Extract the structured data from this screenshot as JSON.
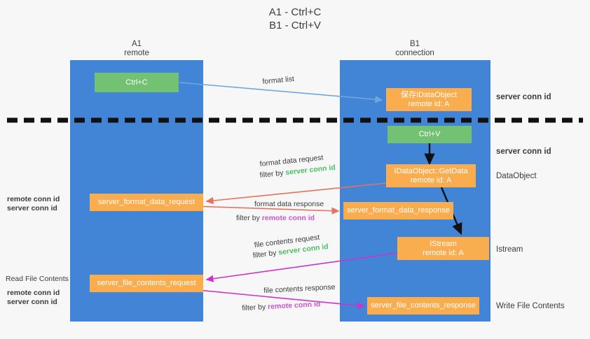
{
  "title": {
    "line1": "A1 - Ctrl+C",
    "line2": "B1 - Ctrl+V"
  },
  "lanes": [
    {
      "name": "A1",
      "sub": "remote"
    },
    {
      "name": "B1",
      "sub": "connection"
    }
  ],
  "boxes": {
    "ctrl_c": "Ctrl+C",
    "ctrl_v": "Ctrl+V",
    "save_idataobject_l1": "保存IDataObject",
    "save_idataobject_l2": "remote id: A",
    "getdata_l1": "IDataObject::GetData",
    "getdata_l2": "remote id: A",
    "istream_l1": "IStream",
    "istream_l2": "remote id: A",
    "server_format_data_request": "server_format_data_request",
    "server_format_data_response": "server_format_data_response",
    "server_file_contents_request": "server_file_contents_request",
    "server_file_contents_response": "server_file_contents_response"
  },
  "edge_labels": {
    "format_list": "format list",
    "format_data_request": "format data request",
    "format_data_response": "format data response",
    "file_contents_request": "file contents request",
    "file_contents_response": "file contents response",
    "filter_by": "filter by ",
    "server_conn_id": "server conn id",
    "remote_conn_id": "remote conn id"
  },
  "annotations": {
    "server_conn_id_1": "server conn id",
    "server_conn_id_2": "server conn id",
    "left_remote_conn_id_1": "remote conn id",
    "left_server_conn_id_1": "server conn id",
    "read_file_contents": "Read File Contents",
    "left_remote_conn_id_2": "remote conn id",
    "left_server_conn_id_2": "server conn id",
    "dataobject": "DataObject",
    "istream": "Istream",
    "write_file_contents": "Write File Contents"
  },
  "colors": {
    "lane": "#4285d6",
    "green_box": "#73c274",
    "orange_box": "#f9ad4e",
    "green_text": "#4bbf62",
    "pink_text": "#cc55cc",
    "arrow_blue": "#6fa8dc",
    "arrow_red": "#e8705c",
    "arrow_magenta": "#cc33cc",
    "arrow_black": "#111111",
    "background": "#f7f7f7"
  }
}
